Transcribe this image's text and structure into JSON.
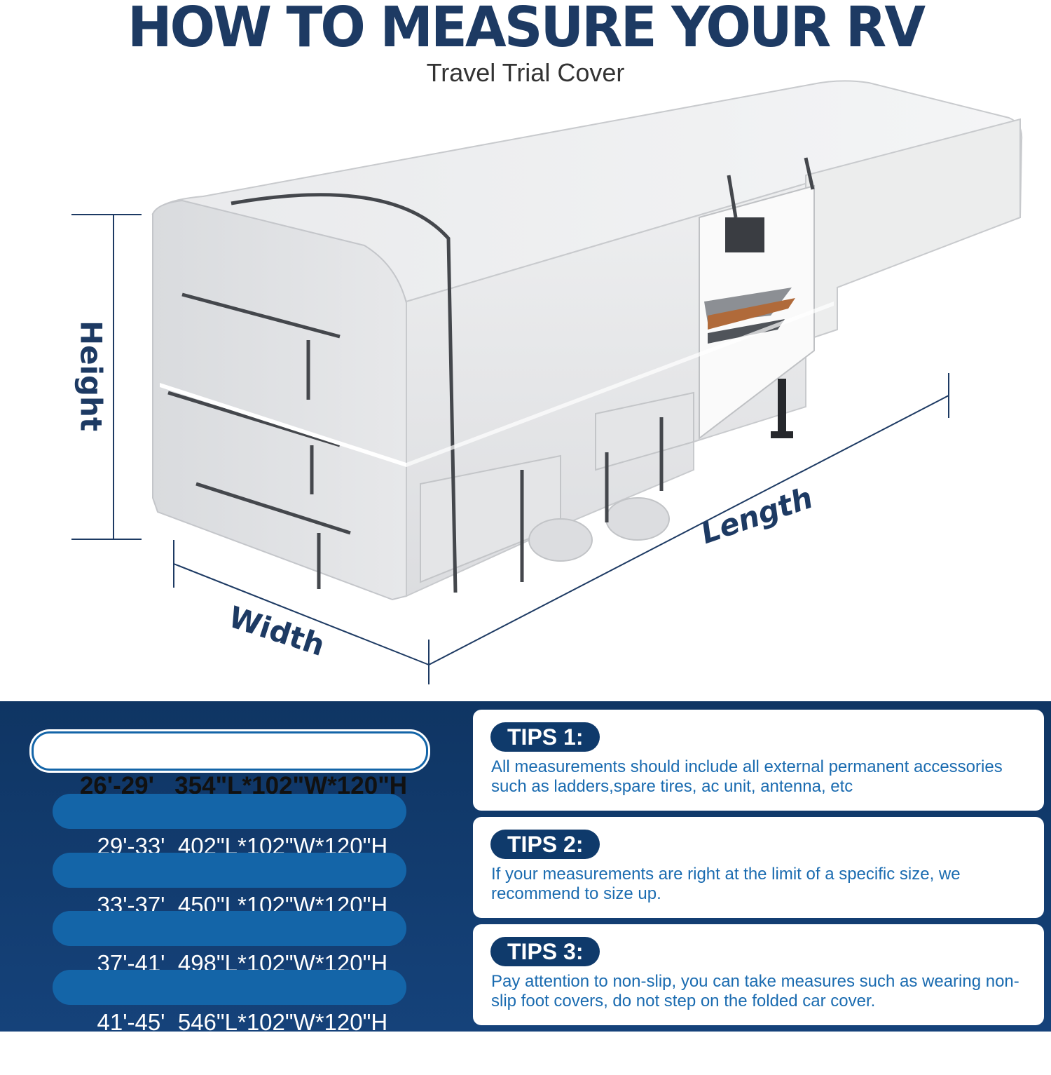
{
  "header": {
    "title": "HOW TO MEASURE YOUR RV",
    "subtitle": "Travel Trial Cover"
  },
  "dimensions": {
    "height_label": "Height",
    "width_label": "Width",
    "length_label": "Length"
  },
  "sizes": [
    {
      "range": "26'-29'",
      "spec": "354\"L*102\"W*120\"H",
      "selected": true
    },
    {
      "range": "29'-33'",
      "spec": "402\"L*102\"W*120\"H",
      "selected": false
    },
    {
      "range": "33'-37'",
      "spec": "450\"L*102\"W*120\"H",
      "selected": false
    },
    {
      "range": "37'-41'",
      "spec": "498\"L*102\"W*120\"H",
      "selected": false
    },
    {
      "range": "41'-45'",
      "spec": "546\"L*102\"W*120\"H",
      "selected": false
    }
  ],
  "tips": [
    {
      "title": "TIPS 1:",
      "text": "All measurements should include all external permanent accessories such as ladders,spare tires, ac unit, antenna, etc"
    },
    {
      "title": "TIPS 2:",
      "text": "If your measurements are right at the limit of a specific size, we recommend to size up."
    },
    {
      "title": "TIPS 3:",
      "text": "Pay attention to non-slip, you can take measures such as wearing non-slip foot covers, do not step on the folded car cover."
    }
  ],
  "colors": {
    "brand_navy": "#1d3a63",
    "panel_blue": "#15427a",
    "pill_blue": "#1465a8",
    "tip_text_blue": "#1a6bb0"
  }
}
